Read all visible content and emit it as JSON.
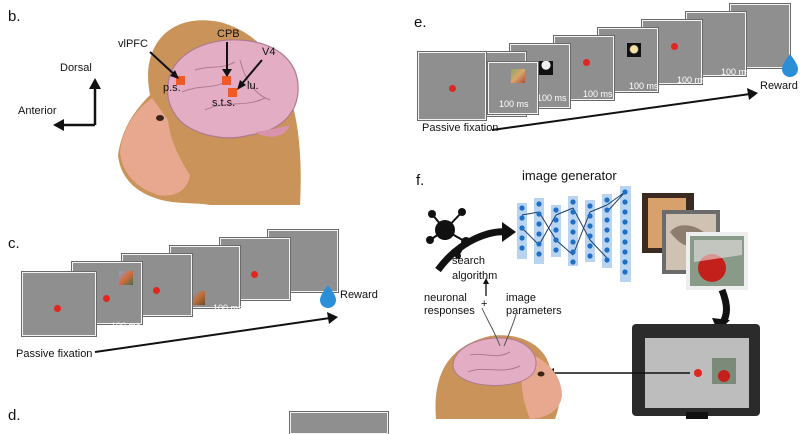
{
  "panel_b": {
    "label": "b.",
    "regions": [
      "vlPFC",
      "CPB",
      "V4"
    ],
    "sulci": [
      "p.s.",
      "lu.",
      "s.t.s."
    ],
    "directions": {
      "dorsal": "Dorsal",
      "anterior": "Anterior"
    }
  },
  "panel_c": {
    "label": "c.",
    "durations": [
      "100 ms",
      "100 ms",
      "100 ms"
    ],
    "start_label": "Passive fixation",
    "end_label": "Reward"
  },
  "panel_d": {
    "label": "d."
  },
  "panel_e": {
    "label": "e.",
    "durations": [
      "100 ms",
      "100 ms",
      "100 ms",
      "100 ms",
      "100 ms",
      "100 ms"
    ],
    "start_label": "Passive fixation",
    "end_label": "Reward"
  },
  "panel_f": {
    "label": "f.",
    "title": "image generator",
    "search_algorithm": "search algorithm",
    "neuronal_responses": "neuronal responses",
    "image_parameters": "image parameters",
    "plus": "+"
  },
  "colors": {
    "frame": "#8f8f8f",
    "fixation_dot": "#e0261e",
    "brain": "#e3aec3",
    "monkey_fur": "#c9935a",
    "monkey_face": "#e7a88f",
    "network_node": "#1f6fc4",
    "network_layer": "#b9d4f0",
    "region_marker": "#f05a28",
    "water_drop": "#2a8fd6"
  }
}
